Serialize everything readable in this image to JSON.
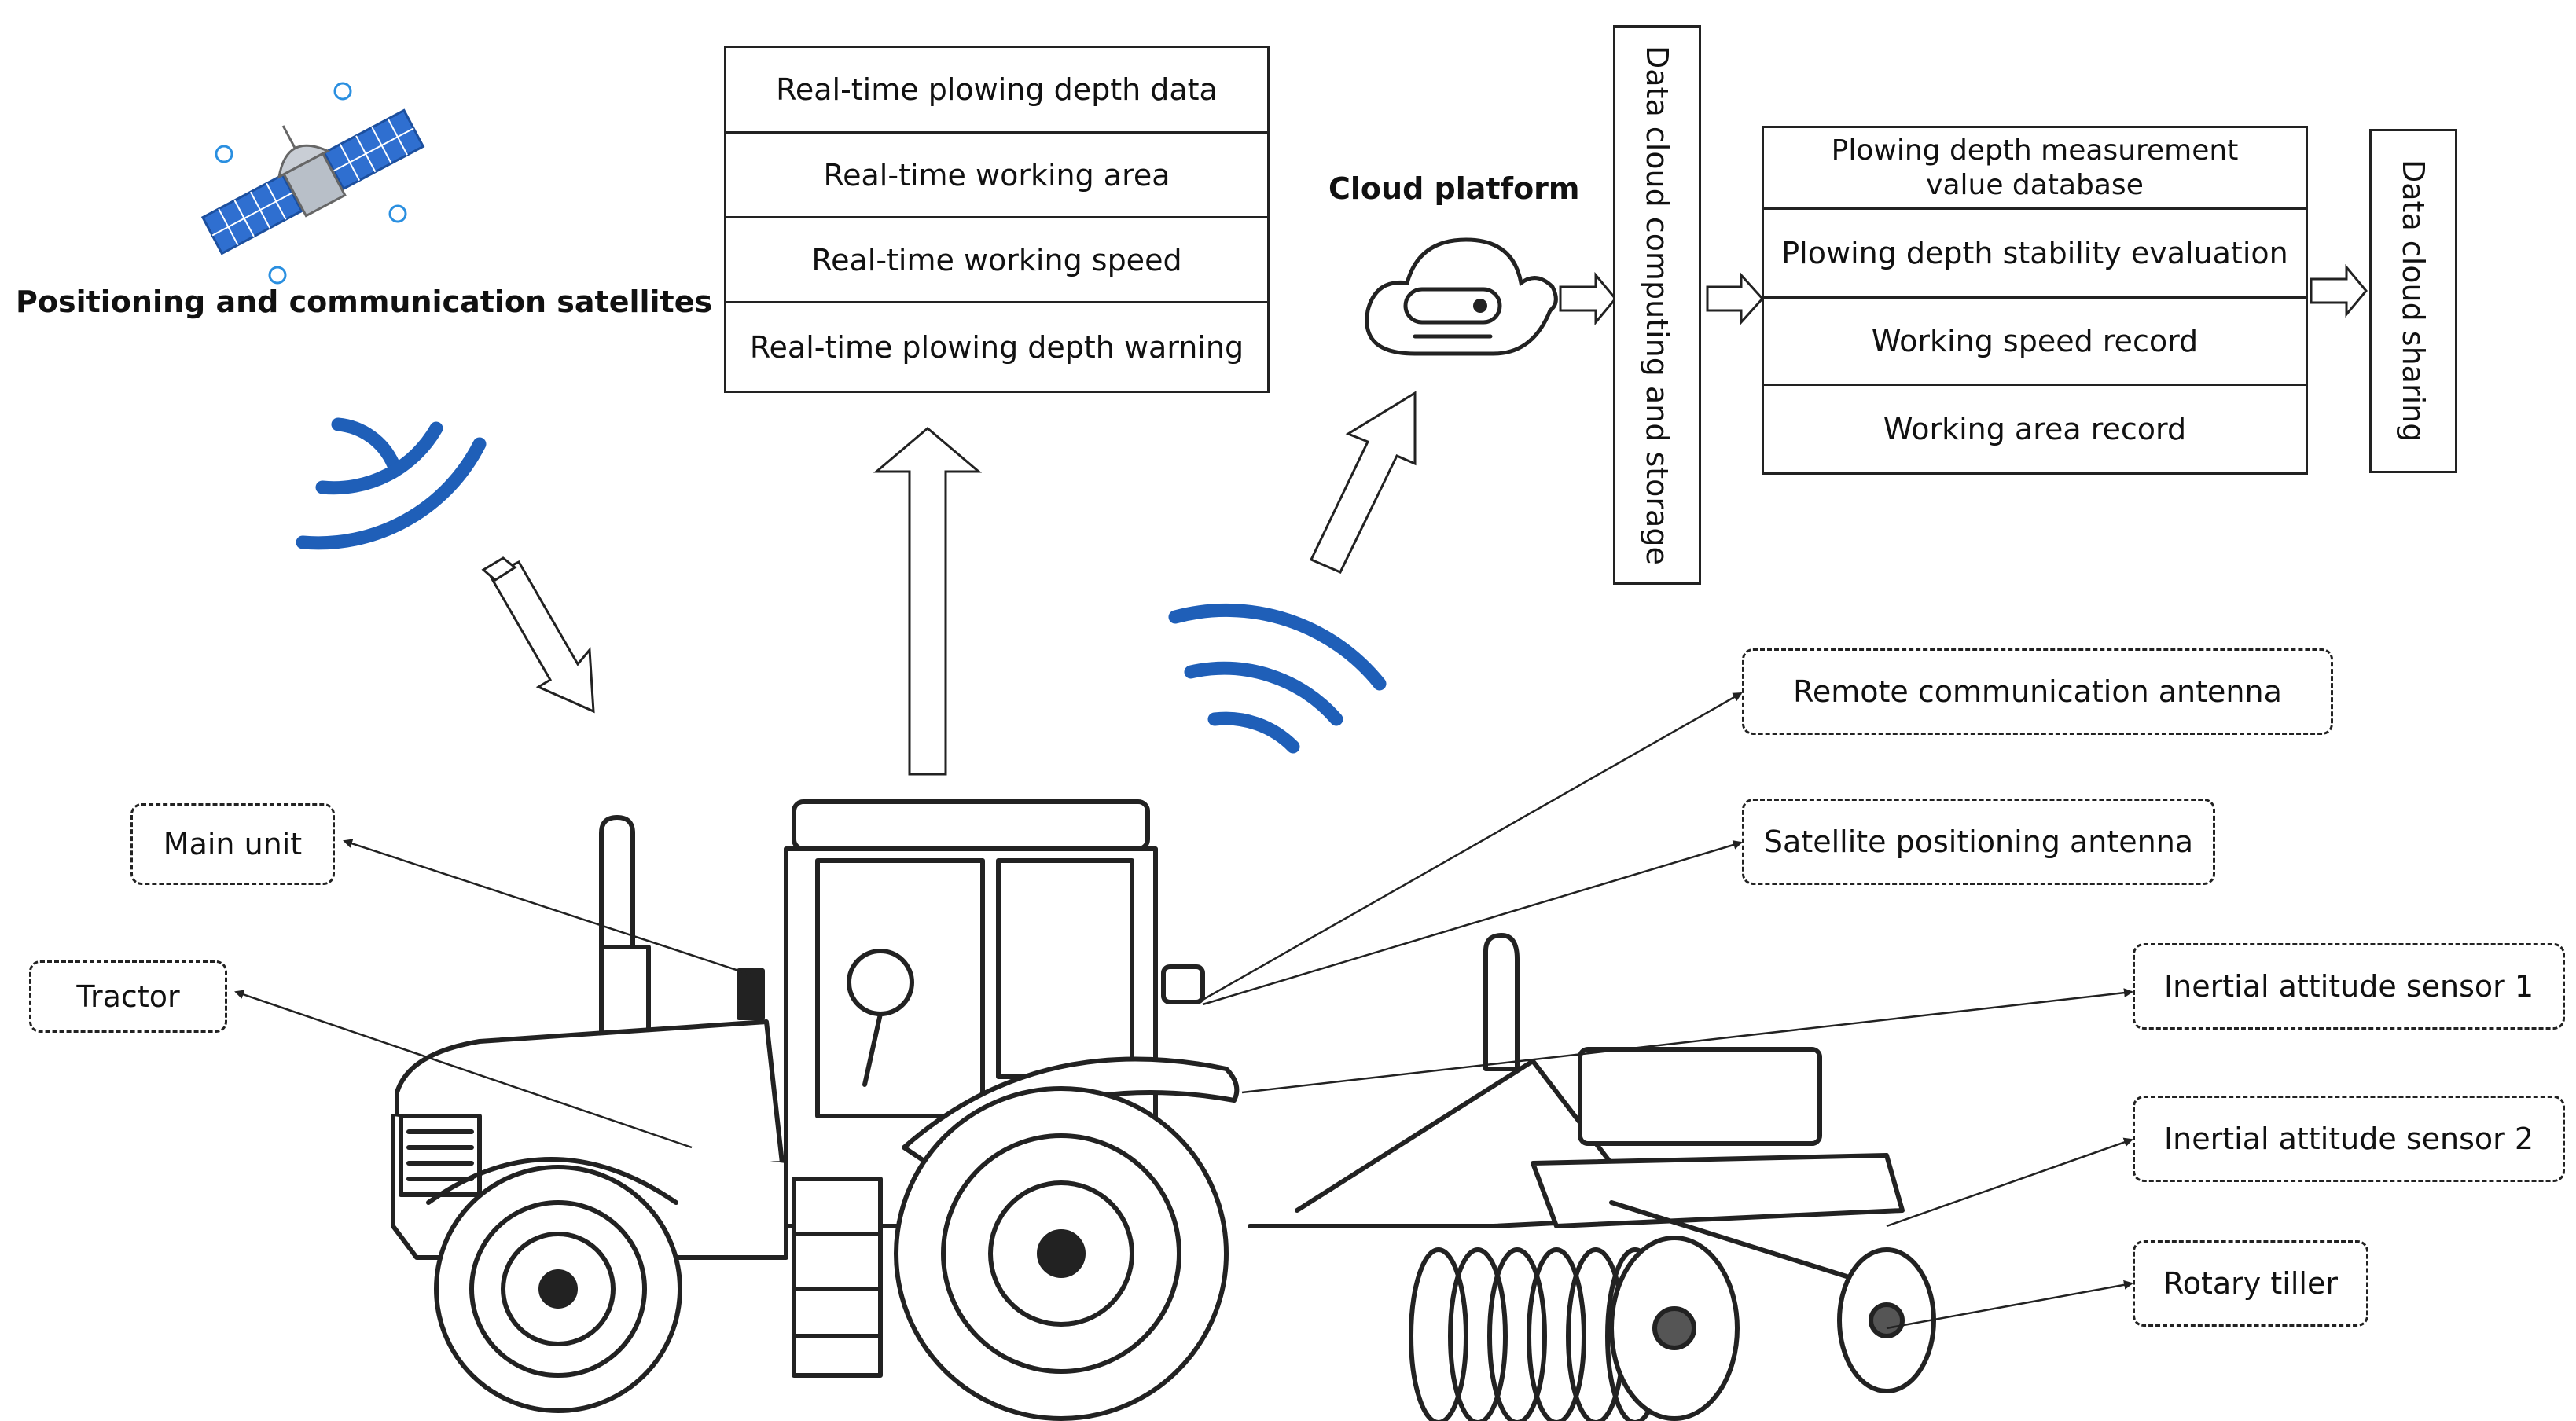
{
  "satellite": {
    "title": "Positioning and communication satellites"
  },
  "realtime_box": {
    "rows": [
      "Real-time plowing depth data",
      "Real-time working area",
      "Real-time working speed",
      "Real-time plowing depth warning"
    ]
  },
  "cloud": {
    "title": "Cloud platform"
  },
  "storage_box": {
    "label": "Data cloud computing and storage"
  },
  "records_box": {
    "rows": [
      "Plowing depth measurement value database",
      "Plowing depth stability evaluation",
      "Working speed record",
      "Working area record"
    ]
  },
  "sharing_box": {
    "label": "Data cloud sharing"
  },
  "callouts": {
    "main_unit": "Main unit",
    "tractor": "Tractor",
    "remote_antenna": "Remote communication antenna",
    "satellite_antenna": "Satellite positioning antenna",
    "sensor1": "Inertial attitude sensor 1",
    "sensor2": "Inertial attitude sensor 2",
    "rotary_tiller": "Rotary tiller"
  },
  "colors": {
    "signal_blue": "#1f5fb8",
    "satellite_blue": "#2f6fd0",
    "line": "#222222"
  }
}
